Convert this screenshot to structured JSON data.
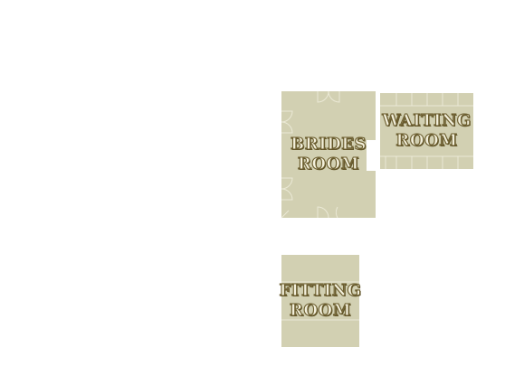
{
  "map": {
    "background": "#ffffff",
    "room_fill": "#d2d0b2",
    "line_color": "#ebe9d6",
    "label_fill": "#f3f0dc",
    "label_outline": "#6b5d2e"
  },
  "rooms": [
    {
      "id": "brides",
      "line1": "BRIDES",
      "line2": "ROOM"
    },
    {
      "id": "waiting",
      "line1": "WAITING",
      "line2": "ROOM"
    },
    {
      "id": "fitting",
      "line1": "FITTING",
      "line2": "ROOM"
    }
  ]
}
